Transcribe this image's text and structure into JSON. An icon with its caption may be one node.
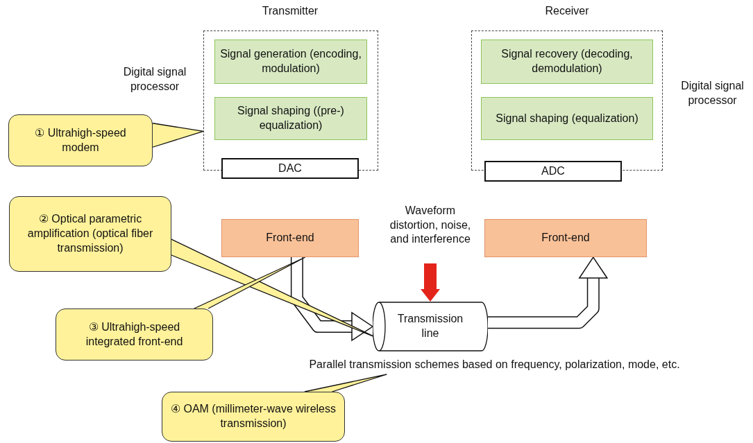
{
  "diagram": {
    "nodes": [
      {
        "text": [
          "Transmitter"
        ],
        "beside": [
          "Digital signal processor"
        ]
      },
      {
        "text": [
          "Signal generation (encoding, modulation)"
        ],
        "in": 0
      },
      {
        "text": [
          "Signal shaping ((pre-) equalization)"
        ],
        "in": 0
      },
      {
        "text": [
          "DAC"
        ]
      },
      {
        "text": [
          "Receiver"
        ],
        "beside": [
          "Digital signal processor"
        ]
      },
      {
        "text": [
          "Signal recovery (decoding, demodulation)"
        ],
        "in": 4
      },
      {
        "text": [
          "Signal shaping (equalization)"
        ],
        "in": 4
      },
      {
        "text": [
          "ADC"
        ]
      },
      {
        "text": [
          "Front-end"
        ]
      },
      {
        "text": [
          "Front-end"
        ]
      },
      {
        "text": [
          "Transmission line"
        ]
      },
      {
        "text": [
          "① Ultrahigh-speed modem"
        ]
      },
      {
        "text": [
          "② Optical parametric amplification (optical fiber transmission)"
        ]
      },
      {
        "text": [
          "③ Ultrahigh-speed integrated front-end"
        ]
      },
      {
        "text": [
          "④ OAM (millimeter-wave wireless transmission)"
        ]
      },
      {
        "text": [
          "Waveform distortion, noise, and interference"
        ]
      },
      {
        "text": [
          "Parallel transmission schemes based on frequency, polarization, mode, etc."
        ]
      }
    ],
    "edges": [
      {
        "from": 8,
        "to": 10,
        "arrow": "to",
        "style": "thick"
      },
      {
        "from": 10,
        "to": 9,
        "arrow": "to",
        "style": "thick"
      },
      {
        "from": 15,
        "to": 10,
        "arrow": "to",
        "style": "thick",
        "color": "#e3241b"
      },
      {
        "from": 11,
        "to": 0,
        "arrow": "none"
      },
      {
        "from": 12,
        "to": 10,
        "arrow": "none"
      },
      {
        "from": 13,
        "to": 8,
        "arrow": "none"
      },
      {
        "from": 14,
        "to": 16,
        "arrow": "none"
      }
    ]
  }
}
